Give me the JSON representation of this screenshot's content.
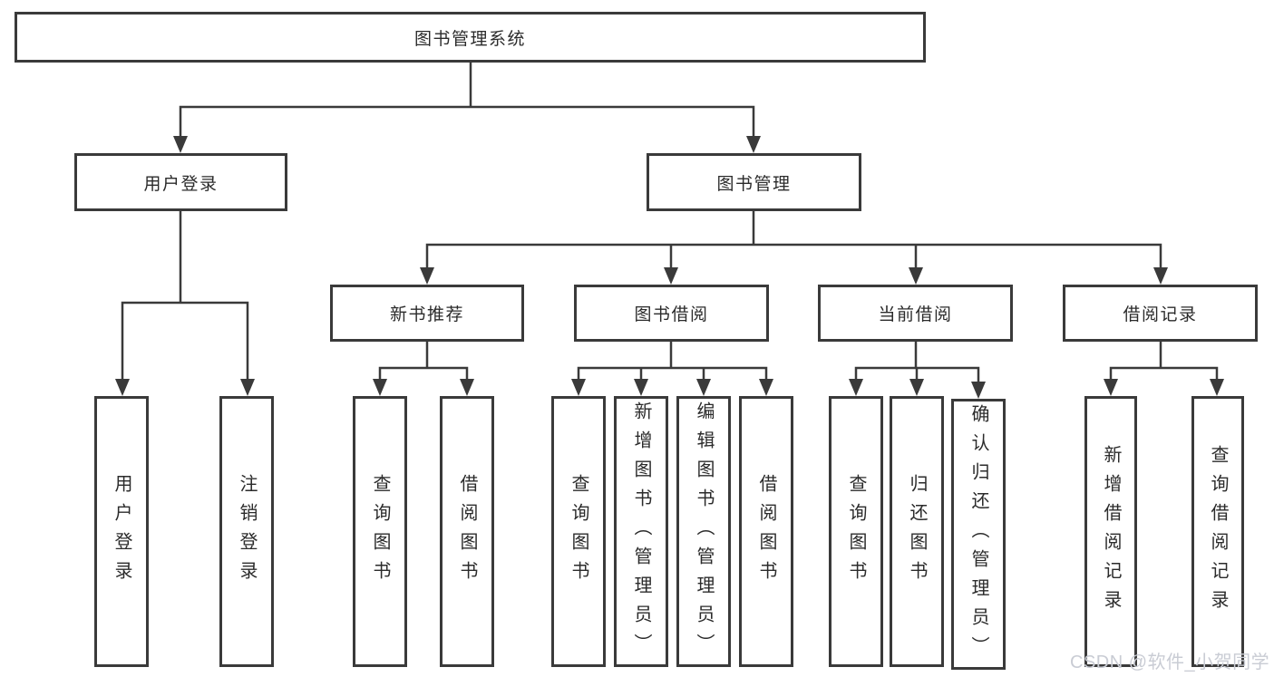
{
  "colors": {
    "line": "#3a3a3a",
    "text": "#2b2b2b",
    "background": "#ffffff",
    "watermark": "#c9ccd4"
  },
  "watermark": {
    "text": "CSDN @软件_小贺同学"
  },
  "nodes": {
    "root": {
      "label": "图书管理系统"
    },
    "user_login": {
      "label": "用户登录"
    },
    "book_mgmt": {
      "label": "图书管理"
    },
    "new_books": {
      "label": "新书推荐"
    },
    "book_borrow": {
      "label": "图书借阅"
    },
    "current_borrow": {
      "label": "当前借阅"
    },
    "borrow_records": {
      "label": "借阅记录"
    },
    "leaves": {
      "user_login": [
        "用户登录",
        "注销登录"
      ],
      "new_books": [
        "查询图书",
        "借阅图书"
      ],
      "book_borrow": [
        "查询图书",
        "新增图书（管理员）",
        "编辑图书（管理员）",
        "借阅图书"
      ],
      "current_borrow": [
        "查询图书",
        "归还图书",
        "确认归还（管理员）"
      ],
      "borrow_records": [
        "新增借阅记录",
        "查询借阅记录"
      ]
    }
  }
}
